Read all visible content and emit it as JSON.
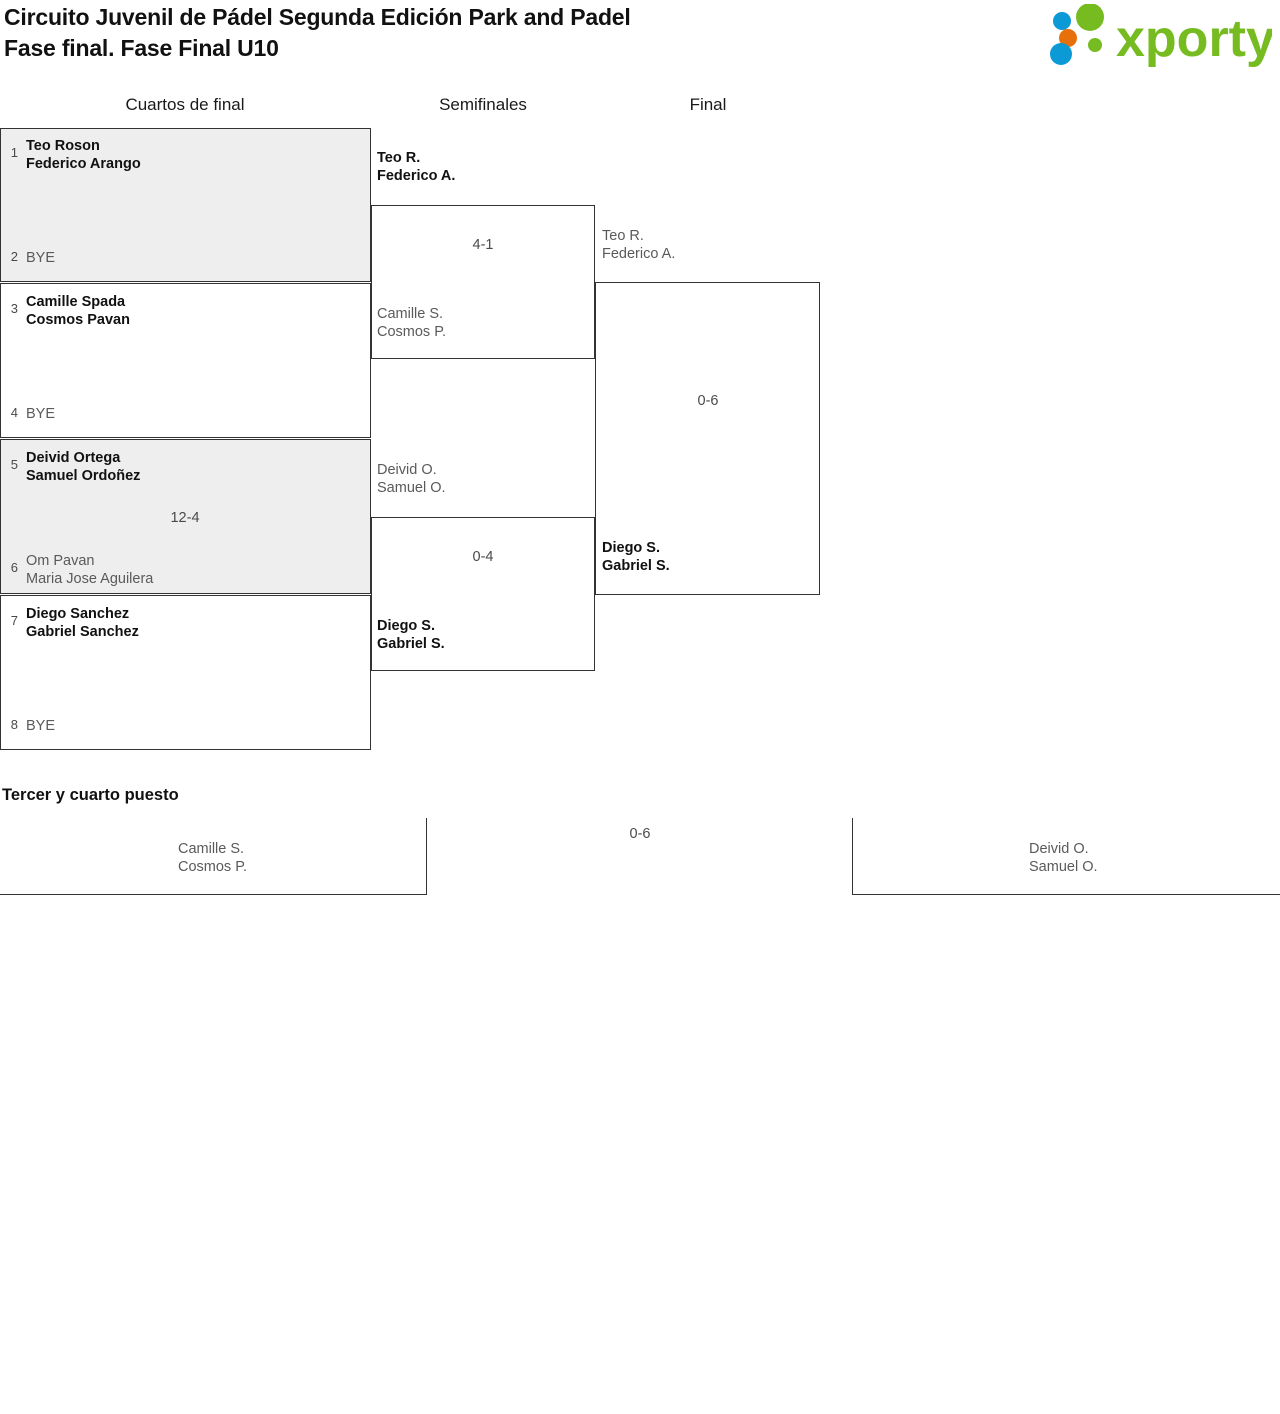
{
  "header": {
    "title": "Circuito Juvenil de Pádel Segunda Edición Park and Padel\nFase final. Fase Final U10",
    "logo_text": "xporty",
    "logo_colors": {
      "green": "#76bc21",
      "orange": "#e8700a",
      "blue": "#0b9ad6"
    }
  },
  "rounds": [
    {
      "label": "Cuartos de final"
    },
    {
      "label": "Semifinales"
    },
    {
      "label": "Final"
    }
  ],
  "quarterfinals": {
    "seeds": [
      "1",
      "2",
      "3",
      "4",
      "5",
      "6",
      "7",
      "8"
    ],
    "matches": [
      {
        "top": "Teo Roson\nFederico Arango",
        "bottom": "BYE",
        "score": ""
      },
      {
        "top": "Camille Spada\nCosmos Pavan",
        "bottom": "BYE",
        "score": ""
      },
      {
        "top": "Deivid Ortega\nSamuel Ordoñez",
        "bottom": "Om Pavan\nMaria Jose Aguilera",
        "score": "12-4"
      },
      {
        "top": "Diego Sanchez\nGabriel Sanchez",
        "bottom": "BYE",
        "score": ""
      }
    ]
  },
  "semifinals": {
    "matches": [
      {
        "top": "Teo R.\nFederico A.",
        "bottom": "Camille S.\nCosmos P.",
        "score": "4-1"
      },
      {
        "top": "Deivid O.\nSamuel O.",
        "bottom": "Diego S.\nGabriel S.",
        "score": "0-4"
      }
    ]
  },
  "final": {
    "match": {
      "top": "Teo R.\nFederico A.",
      "bottom": "Diego S.\nGabriel S.",
      "score": "0-6"
    }
  },
  "third_place": {
    "title": "Tercer y cuarto puesto",
    "left_team": "Camille S.\nCosmos P.",
    "right_team": "Deivid O.\nSamuel O.",
    "score": "0-6"
  }
}
